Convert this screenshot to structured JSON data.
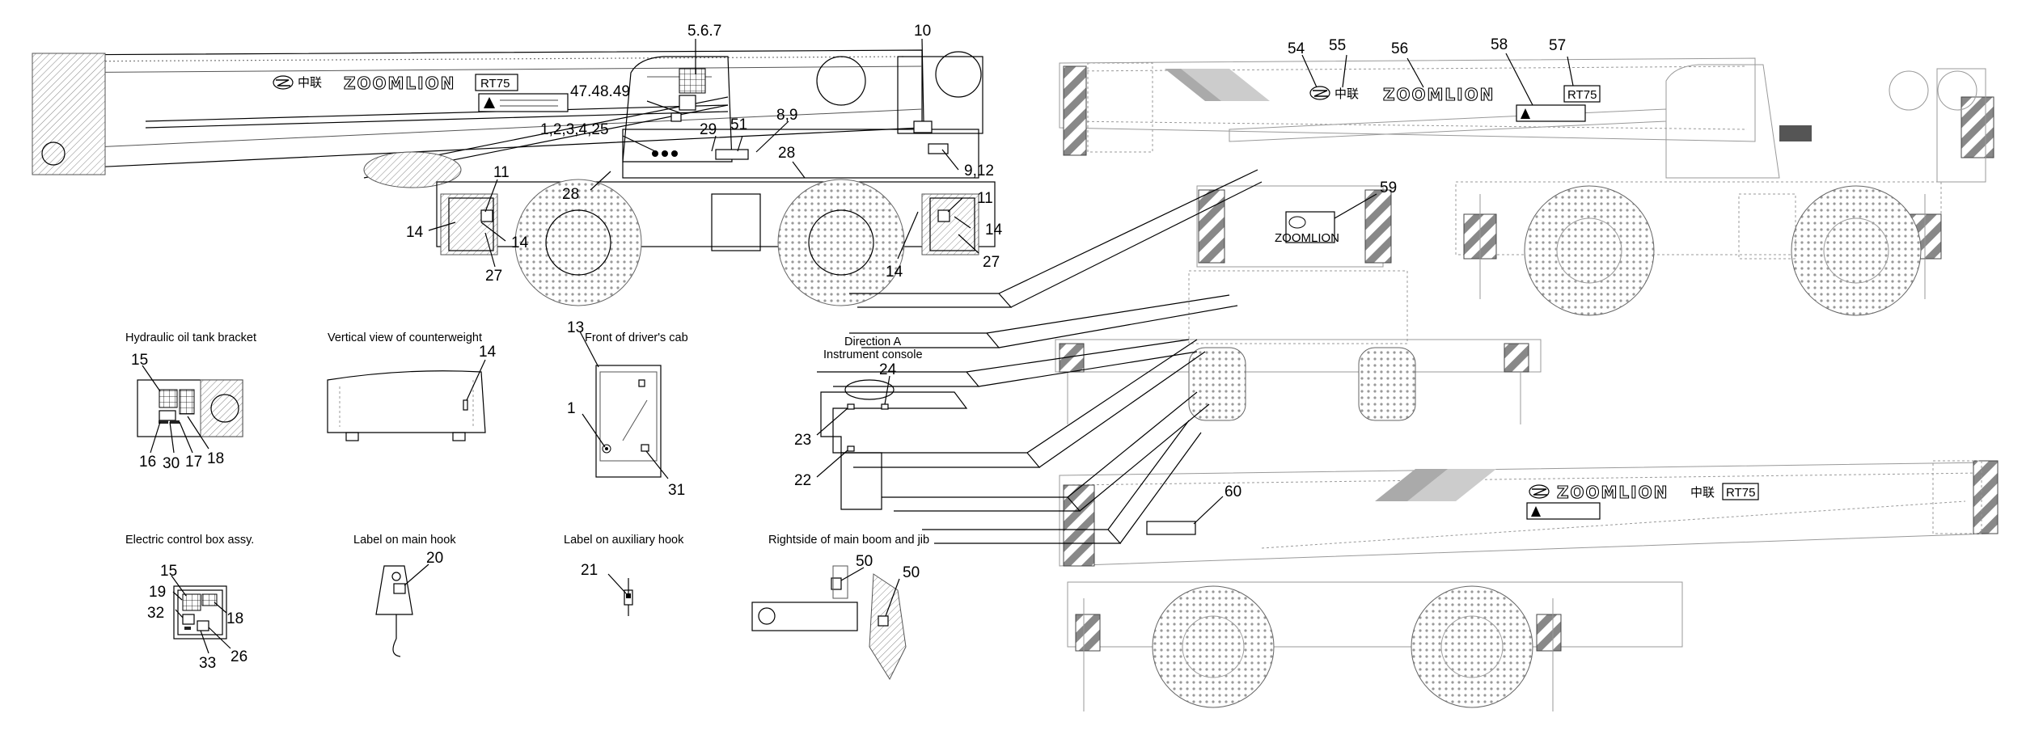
{
  "brand": {
    "logo_text": "ZOOMLION",
    "cn_text": "中联",
    "model": "RT75"
  },
  "views": {
    "left_side_view": {
      "callouts": [
        "5.6.7",
        "10",
        "47.48.49",
        "1,2,3,4,25",
        "8,9",
        "29",
        "51",
        "28",
        "9,12",
        "11",
        "28",
        "11",
        "14",
        "14",
        "14",
        "14",
        "27",
        "27"
      ]
    },
    "right_side_view": {
      "callouts": [
        "54",
        "55",
        "56",
        "58",
        "57"
      ]
    },
    "rear_view": {
      "callouts": [
        "59"
      ]
    },
    "top_view": {
      "callouts": [
        "60"
      ]
    }
  },
  "details": {
    "hydraulic_tank": {
      "title": "Hydraulic oil tank bracket",
      "callouts": [
        "15",
        "16",
        "30",
        "17",
        "18"
      ]
    },
    "counterweight": {
      "title": "Vertical view of counterweight",
      "callouts": [
        "14"
      ]
    },
    "cab_front": {
      "title": "Front of driver's cab",
      "callouts": [
        "13",
        "1",
        "31"
      ]
    },
    "console": {
      "title_line1": "Direction A",
      "title_line2": "Instrument console",
      "callouts": [
        "24",
        "23",
        "22"
      ]
    },
    "control_box": {
      "title": "Electric control box assy.",
      "callouts": [
        "15",
        "19",
        "32",
        "18",
        "33",
        "26"
      ]
    },
    "main_hook": {
      "title": "Label on main hook",
      "callouts": [
        "20"
      ]
    },
    "aux_hook": {
      "title": "Label on auxiliary hook",
      "callouts": [
        "21"
      ]
    },
    "boom_jib": {
      "title": "Rightside of main boom and jib",
      "callouts": [
        "50",
        "50"
      ]
    }
  }
}
